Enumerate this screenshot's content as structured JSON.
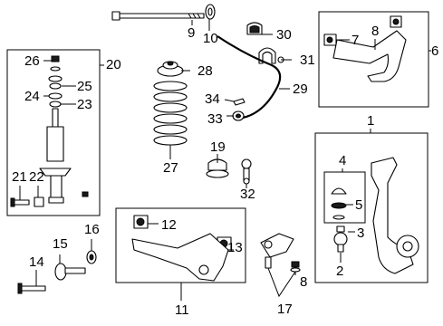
{
  "callouts": {
    "c1": "1",
    "c2": "2",
    "c3": "3",
    "c4": "4",
    "c5": "5",
    "c6": "6",
    "c7": "7",
    "c8a": "8",
    "c8b": "8",
    "c9": "9",
    "c10": "10",
    "c11": "11",
    "c12": "12",
    "c13": "13",
    "c14": "14",
    "c15": "15",
    "c16": "16",
    "c17": "17",
    "c19": "19",
    "c20": "20",
    "c21": "21",
    "c22": "22",
    "c23": "23",
    "c24": "24",
    "c25": "25",
    "c26": "26",
    "c27": "27",
    "c28": "28",
    "c29": "29",
    "c30": "30",
    "c31": "31",
    "c32": "32",
    "c33": "33",
    "c34": "34"
  }
}
